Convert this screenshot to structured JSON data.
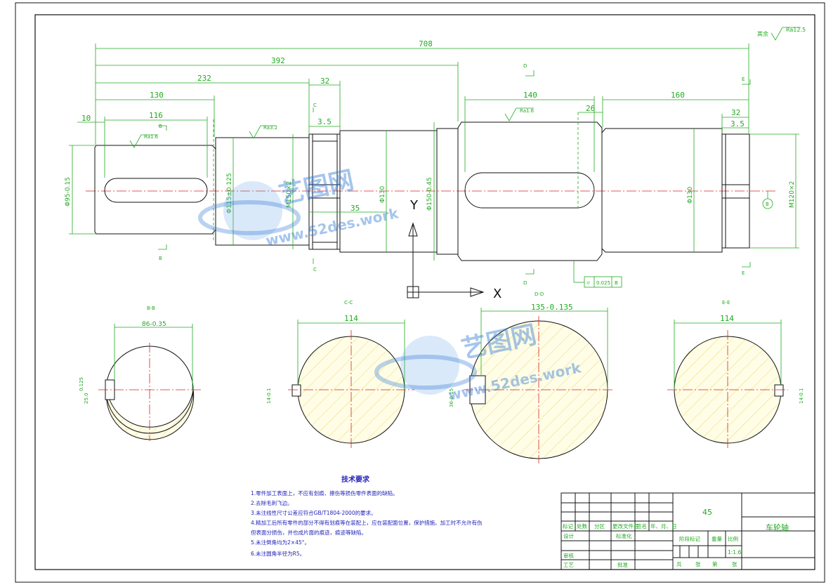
{
  "drawing": {
    "roughness_note": "其余",
    "roughness_note_value": "Ra12.5",
    "roughness": [
      "Ra1.6",
      "Ra3.2",
      "Ra1.6"
    ],
    "dims_top": {
      "overall": "708",
      "d392": "392",
      "d232": "232",
      "d130": "130",
      "d116": "116",
      "d10": "10",
      "d32a": "32",
      "d35a": "3.5",
      "d140": "140",
      "d26": "26",
      "d160": "160",
      "d32b": "32",
      "d35b": "3.5",
      "d35c": "35"
    },
    "dims_dia": {
      "phi95": "Φ95-0.15",
      "phi115": "Φ115±0.125",
      "m150": "M150×2",
      "phi130a": "Φ130",
      "phi150": "Φ150-0.45",
      "phi130b": "Φ130",
      "m120": "M120×2"
    },
    "section_marks": [
      "B",
      "B",
      "C",
      "C",
      "D",
      "D",
      "E",
      "E"
    ],
    "tolerance_frame": [
      "⌭",
      "0.025",
      "B"
    ],
    "axis_labels": {
      "x": "X",
      "y": "Y"
    },
    "sections": [
      {
        "title": "B-B",
        "width": "86-0.35",
        "key": "25.0",
        "keyb": "0.125"
      },
      {
        "title": "C-C",
        "width": "114",
        "key": "14-0.1"
      },
      {
        "title": "D-D",
        "width": "135-0.135",
        "key": "36-0.15"
      },
      {
        "title": "E-E",
        "width": "114",
        "key": "14-0.1"
      }
    ]
  },
  "watermark": {
    "brand": "艺图网",
    "url": "www.52des.work"
  },
  "requirements": {
    "title": "技术要求",
    "items": [
      "1.零件加工表面上，不应有划痕、擦伤等损伤零件表面的缺陷。",
      "2.去除毛刺飞边。",
      "3.未注线性尺寸公差应符合GB/T1804-2000的要求。",
      "4.精加工后所有零件的部分不得有划痕等在装配上，应在装配面位置，保护措施。加工时不允许有伤",
      "  但表面分损伤，并也成片面的痕迹，痕迹等缺陷。",
      "5.未注倒角均为2×45°。",
      "6.未注圆角半径为R5。"
    ]
  },
  "title_block": {
    "material": "45",
    "part_name": "车轮轴",
    "scale": "1:1.6",
    "headers": [
      "标记",
      "处数",
      "分区",
      "更改文件号",
      "签名",
      "年、月、日"
    ],
    "row_design": "设计",
    "row_std": "标准化",
    "row_review": "审核",
    "row_craft": "工艺",
    "row_approve": "批准",
    "stage_label": "阶段标记",
    "weight_label": "重量",
    "scale_label": "比例",
    "sheet": [
      "共",
      "张",
      "第",
      "张"
    ]
  }
}
